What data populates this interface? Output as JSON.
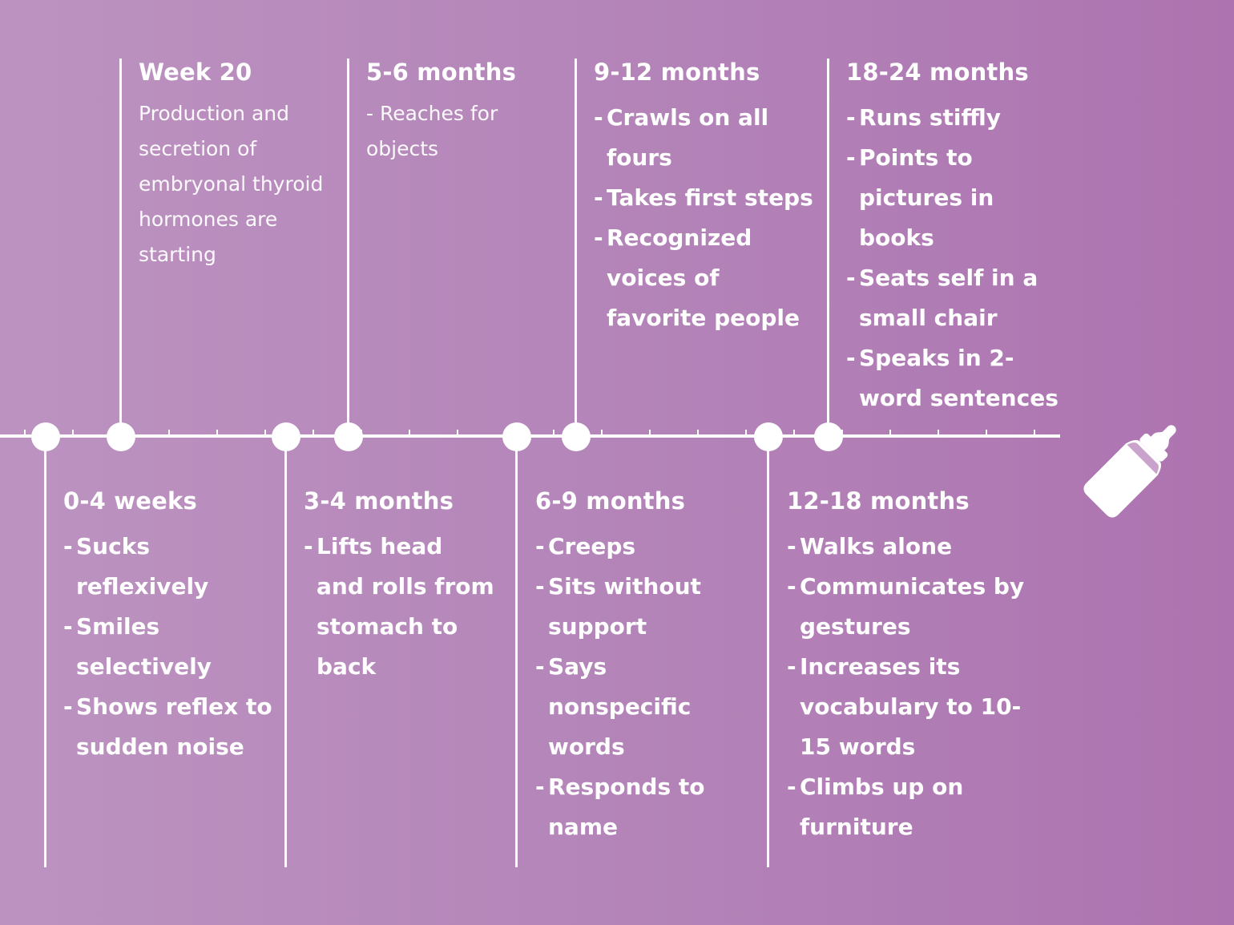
{
  "icon": "baby-bottle-icon",
  "colors": {
    "gradient_start": "#bc93c0",
    "gradient_end": "#ad73b0",
    "line": "#ffffff",
    "text": "#ffffff"
  },
  "milestones": [
    {
      "title": "Week 20",
      "desc": "Production and secretion of embryonal thyroid hormones are starting",
      "items": []
    },
    {
      "title": "5-6 months",
      "desc": "- Reaches for objects",
      "items": []
    },
    {
      "title": "9-12 months",
      "items": [
        "Crawls on all fours",
        "Takes first steps",
        "Recognized voices of favorite people"
      ]
    },
    {
      "title": "18-24 months",
      "items": [
        "Runs stiffly",
        "Points to pictures in books",
        "Seats self in a small chair",
        "Speaks in 2-word sentences"
      ]
    },
    {
      "title": "0-4 weeks",
      "items": [
        "Sucks reflexively",
        "Smiles selectively",
        "Shows reflex to sudden noise"
      ]
    },
    {
      "title": "3-4 months",
      "items": [
        "Lifts head and rolls from stomach to back"
      ]
    },
    {
      "title": "6-9 months",
      "items": [
        "Creeps",
        "Sits without support",
        "Says nonspecific words",
        "Responds to name"
      ]
    },
    {
      "title": "12-18 months",
      "items": [
        "Walks alone",
        "Communicates by gestures",
        "Increases its vocabulary to 10-15 words",
        "Climbs up on furniture"
      ]
    }
  ]
}
